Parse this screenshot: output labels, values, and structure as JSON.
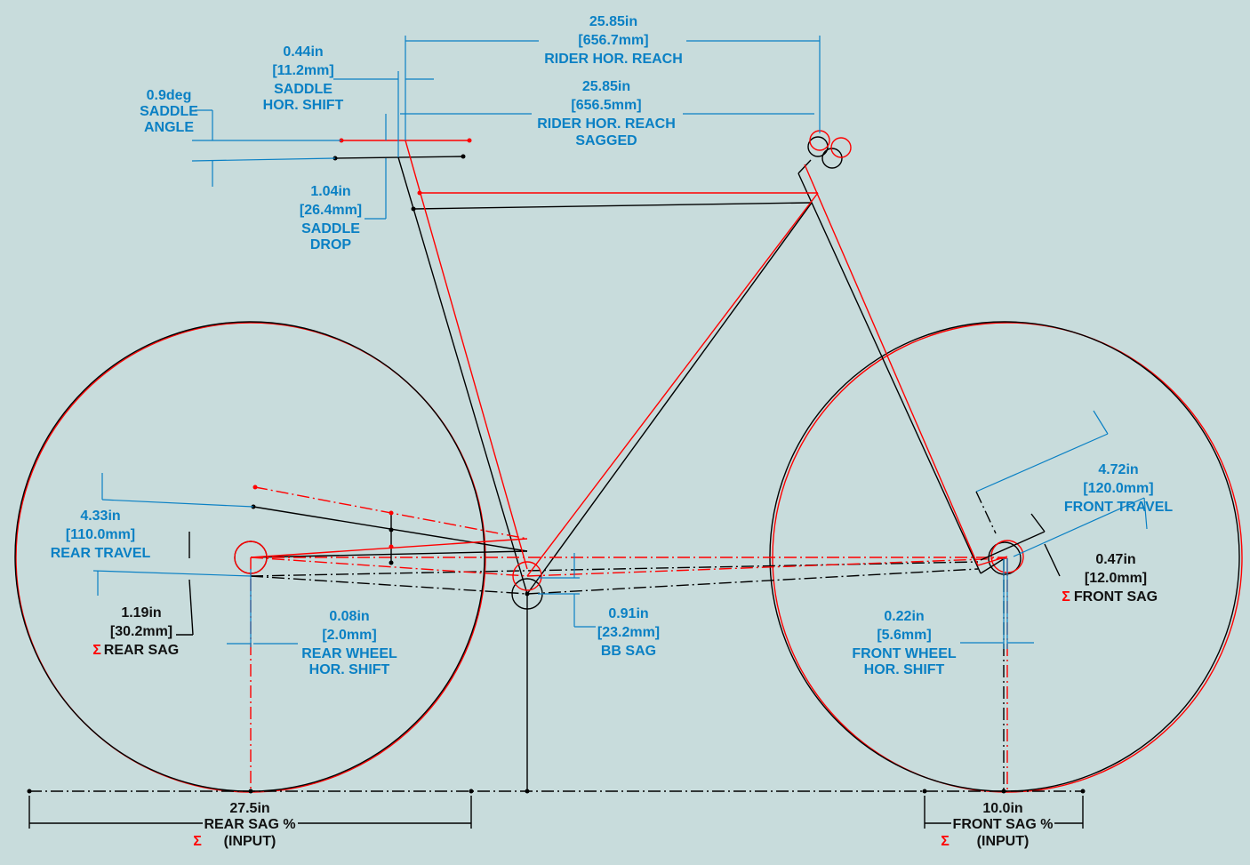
{
  "colors": {
    "background": "#c8dcdc",
    "dimension": "#0a80c4",
    "sagged": "#ff0000",
    "unsagged": "#000000"
  },
  "dims": {
    "rider_reach": [
      "25.85in",
      "[656.7mm]",
      "RIDER HOR. REACH"
    ],
    "rider_reach_sagged": [
      "25.85in",
      "[656.5mm]",
      "RIDER HOR. REACH",
      "SAGGED"
    ],
    "saddle_shift": [
      "0.44in",
      "[11.2mm]",
      "SADDLE",
      "HOR. SHIFT"
    ],
    "saddle_angle": [
      "0.9deg",
      "SADDLE",
      "ANGLE"
    ],
    "saddle_drop": [
      "1.04in",
      "[26.4mm]",
      "SADDLE",
      "DROP"
    ],
    "rear_travel": [
      "4.33in",
      "[110.0mm]",
      "REAR TRAVEL"
    ],
    "rear_sag": [
      "1.19in",
      "[30.2mm]",
      "REAR SAG"
    ],
    "rear_wheel_shift": [
      "0.08in",
      "[2.0mm]",
      "REAR WHEEL",
      "HOR. SHIFT"
    ],
    "bb_sag": [
      "0.91in",
      "[23.2mm]",
      "BB SAG"
    ],
    "front_travel": [
      "4.72in",
      "[120.0mm]",
      "FRONT TRAVEL"
    ],
    "front_sag": [
      "0.47in",
      "[12.0mm]",
      "FRONT SAG"
    ],
    "front_wheel_shift": [
      "0.22in",
      "[5.6mm]",
      "FRONT WHEEL",
      "HOR. SHIFT"
    ],
    "rear_sag_pct": [
      "27.5in",
      "REAR SAG %",
      "(INPUT)"
    ],
    "front_sag_pct": [
      "10.0in",
      "FRONT SAG %",
      "(INPUT)"
    ]
  },
  "sigma": "Σ"
}
